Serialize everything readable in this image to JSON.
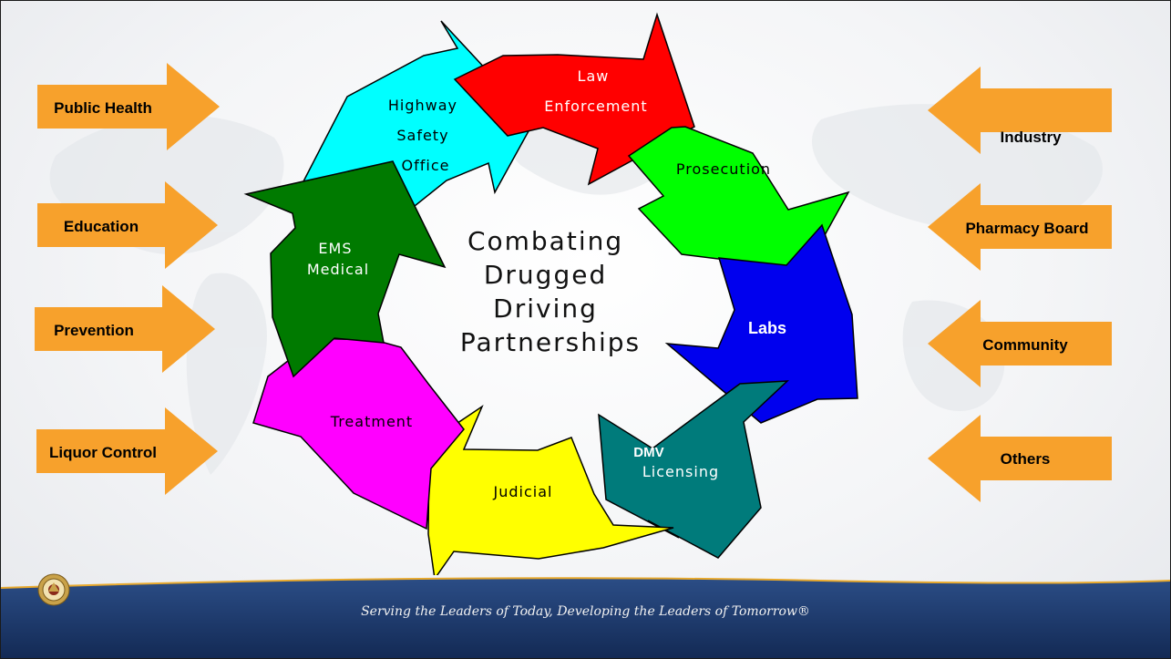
{
  "center": {
    "lines": [
      "Combating",
      "Drugged",
      "Driving",
      "Partnerships"
    ]
  },
  "segments": [
    {
      "id": "law",
      "lines": [
        "Law",
        "Enforcement"
      ],
      "color": "#ff0000",
      "text_color": "#ffffff"
    },
    {
      "id": "prosecution",
      "lines": [
        "Prosecution"
      ],
      "color": "#00ff00",
      "text_color": "#000000"
    },
    {
      "id": "labs",
      "lines": [
        "Labs"
      ],
      "color": "#0000ee",
      "text_color": "#ffffff",
      "bold": true
    },
    {
      "id": "dmv",
      "lines": [
        "DMV",
        "Licensing"
      ],
      "color": "#007b7b",
      "text_color": "#ffffff"
    },
    {
      "id": "judicial",
      "lines": [
        "Judicial"
      ],
      "color": "#ffff00",
      "text_color": "#000000"
    },
    {
      "id": "treatment",
      "lines": [
        "Treatment"
      ],
      "color": "#ff00ff",
      "text_color": "#000000"
    },
    {
      "id": "ems",
      "lines": [
        "EMS",
        "Medical"
      ],
      "color": "#007a00",
      "text_color": "#ffffff"
    },
    {
      "id": "highway",
      "lines": [
        "Highway",
        "Safety",
        "Office"
      ],
      "color": "#00ffff",
      "text_color": "#000000"
    }
  ],
  "left_arrows": [
    "Public Health",
    "Education",
    "Prevention",
    "Liquor Control"
  ],
  "right_arrows": [
    "Industry",
    "Pharmacy Board",
    "Community",
    "Others"
  ],
  "colors": {
    "side_arrow": "#f7a12c",
    "footer": "#1d3c73",
    "footer_accent": "#e8a92d"
  },
  "footer": {
    "tagline": "Serving the Leaders of Today, Developing the Leaders of Tomorrow®"
  }
}
